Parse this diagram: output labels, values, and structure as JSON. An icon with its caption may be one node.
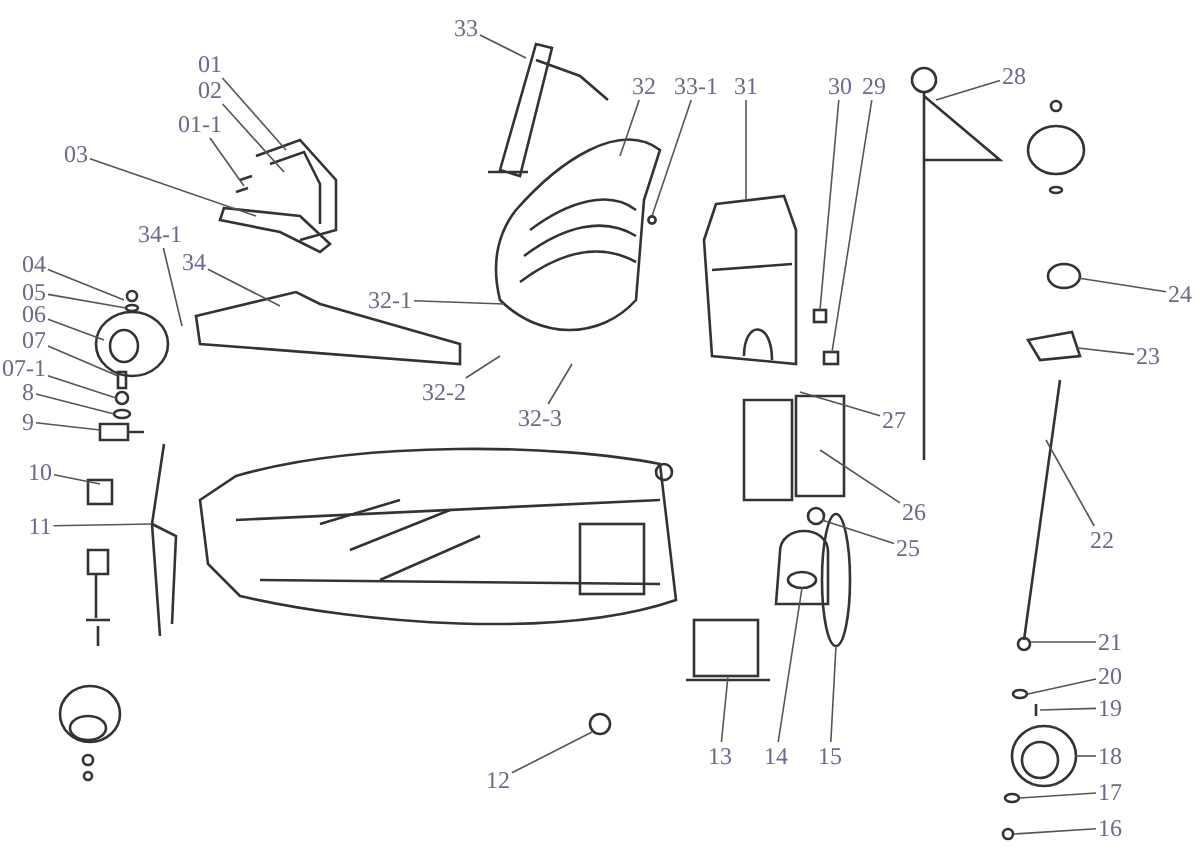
{
  "diagram": {
    "nodes": [
      {
        "text": [
          "33"
        ]
      },
      {
        "text": [
          "01"
        ]
      },
      {
        "text": [
          "28"
        ]
      },
      {
        "text": [
          "32"
        ]
      },
      {
        "text": [
          "33-1"
        ]
      },
      {
        "text": [
          "31"
        ]
      },
      {
        "text": [
          "30"
        ]
      },
      {
        "text": [
          "29"
        ]
      },
      {
        "text": [
          "02"
        ]
      },
      {
        "text": [
          "01-1"
        ]
      },
      {
        "text": [
          "03"
        ]
      },
      {
        "text": [
          "34-1"
        ]
      },
      {
        "text": [
          "34"
        ]
      },
      {
        "text": [
          "04"
        ]
      },
      {
        "text": [
          "05"
        ]
      },
      {
        "text": [
          "24"
        ]
      },
      {
        "text": [
          "32-1"
        ]
      },
      {
        "text": [
          "06"
        ]
      },
      {
        "text": [
          "07"
        ]
      },
      {
        "text": [
          "23"
        ]
      },
      {
        "text": [
          "07-1"
        ]
      },
      {
        "text": [
          "32-2"
        ]
      },
      {
        "text": [
          "32-3"
        ]
      },
      {
        "text": [
          "8"
        ]
      },
      {
        "text": [
          "27"
        ]
      },
      {
        "text": [
          "9"
        ]
      },
      {
        "text": [
          "10"
        ]
      },
      {
        "text": [
          "26"
        ]
      },
      {
        "text": [
          "11"
        ]
      },
      {
        "text": [
          "22"
        ]
      },
      {
        "text": [
          "25"
        ]
      },
      {
        "text": [
          "21"
        ]
      },
      {
        "text": [
          "20"
        ]
      },
      {
        "text": [
          "19"
        ]
      },
      {
        "text": [
          "13"
        ]
      },
      {
        "text": [
          "14"
        ]
      },
      {
        "text": [
          "15"
        ]
      },
      {
        "text": [
          "18"
        ]
      },
      {
        "text": [
          "12"
        ]
      },
      {
        "text": [
          "17"
        ]
      },
      {
        "text": [
          "16"
        ]
      }
    ],
    "edges": [
      {
        "from": 0,
        "to": null,
        "arrow": "none"
      },
      {
        "from": 1,
        "to": null,
        "arrow": "none"
      },
      {
        "from": 2,
        "to": null,
        "arrow": "none"
      },
      {
        "from": 3,
        "to": null,
        "arrow": "none"
      },
      {
        "from": 4,
        "to": null,
        "arrow": "none"
      },
      {
        "from": 5,
        "to": null,
        "arrow": "none"
      },
      {
        "from": 6,
        "to": null,
        "arrow": "none"
      },
      {
        "from": 7,
        "to": null,
        "arrow": "none"
      },
      {
        "from": 8,
        "to": null,
        "arrow": "none"
      },
      {
        "from": 9,
        "to": null,
        "arrow": "none"
      },
      {
        "from": 10,
        "to": null,
        "arrow": "none"
      },
      {
        "from": 11,
        "to": null,
        "arrow": "none"
      },
      {
        "from": 12,
        "to": null,
        "arrow": "none"
      },
      {
        "from": 13,
        "to": null,
        "arrow": "none"
      },
      {
        "from": 14,
        "to": null,
        "arrow": "none"
      },
      {
        "from": 15,
        "to": null,
        "arrow": "none"
      },
      {
        "from": 16,
        "to": null,
        "arrow": "none"
      },
      {
        "from": 17,
        "to": null,
        "arrow": "none"
      },
      {
        "from": 18,
        "to": null,
        "arrow": "none"
      },
      {
        "from": 19,
        "to": null,
        "arrow": "none"
      },
      {
        "from": 20,
        "to": null,
        "arrow": "none"
      },
      {
        "from": 21,
        "to": null,
        "arrow": "none"
      },
      {
        "from": 22,
        "to": null,
        "arrow": "none"
      },
      {
        "from": 23,
        "to": null,
        "arrow": "none"
      },
      {
        "from": 24,
        "to": null,
        "arrow": "none"
      },
      {
        "from": 25,
        "to": null,
        "arrow": "none"
      },
      {
        "from": 26,
        "to": null,
        "arrow": "none"
      },
      {
        "from": 27,
        "to": null,
        "arrow": "none"
      },
      {
        "from": 28,
        "to": null,
        "arrow": "none"
      },
      {
        "from": 29,
        "to": null,
        "arrow": "none"
      },
      {
        "from": 30,
        "to": null,
        "arrow": "none"
      },
      {
        "from": 31,
        "to": null,
        "arrow": "none"
      },
      {
        "from": 32,
        "to": null,
        "arrow": "none"
      },
      {
        "from": 33,
        "to": null,
        "arrow": "none"
      },
      {
        "from": 34,
        "to": null,
        "arrow": "none"
      },
      {
        "from": 35,
        "to": null,
        "arrow": "none"
      },
      {
        "from": 36,
        "to": null,
        "arrow": "none"
      },
      {
        "from": 37,
        "to": null,
        "arrow": "none"
      },
      {
        "from": 38,
        "to": null,
        "arrow": "none"
      },
      {
        "from": 39,
        "to": null,
        "arrow": "none"
      },
      {
        "from": 40,
        "to": null,
        "arrow": "none"
      }
    ]
  }
}
